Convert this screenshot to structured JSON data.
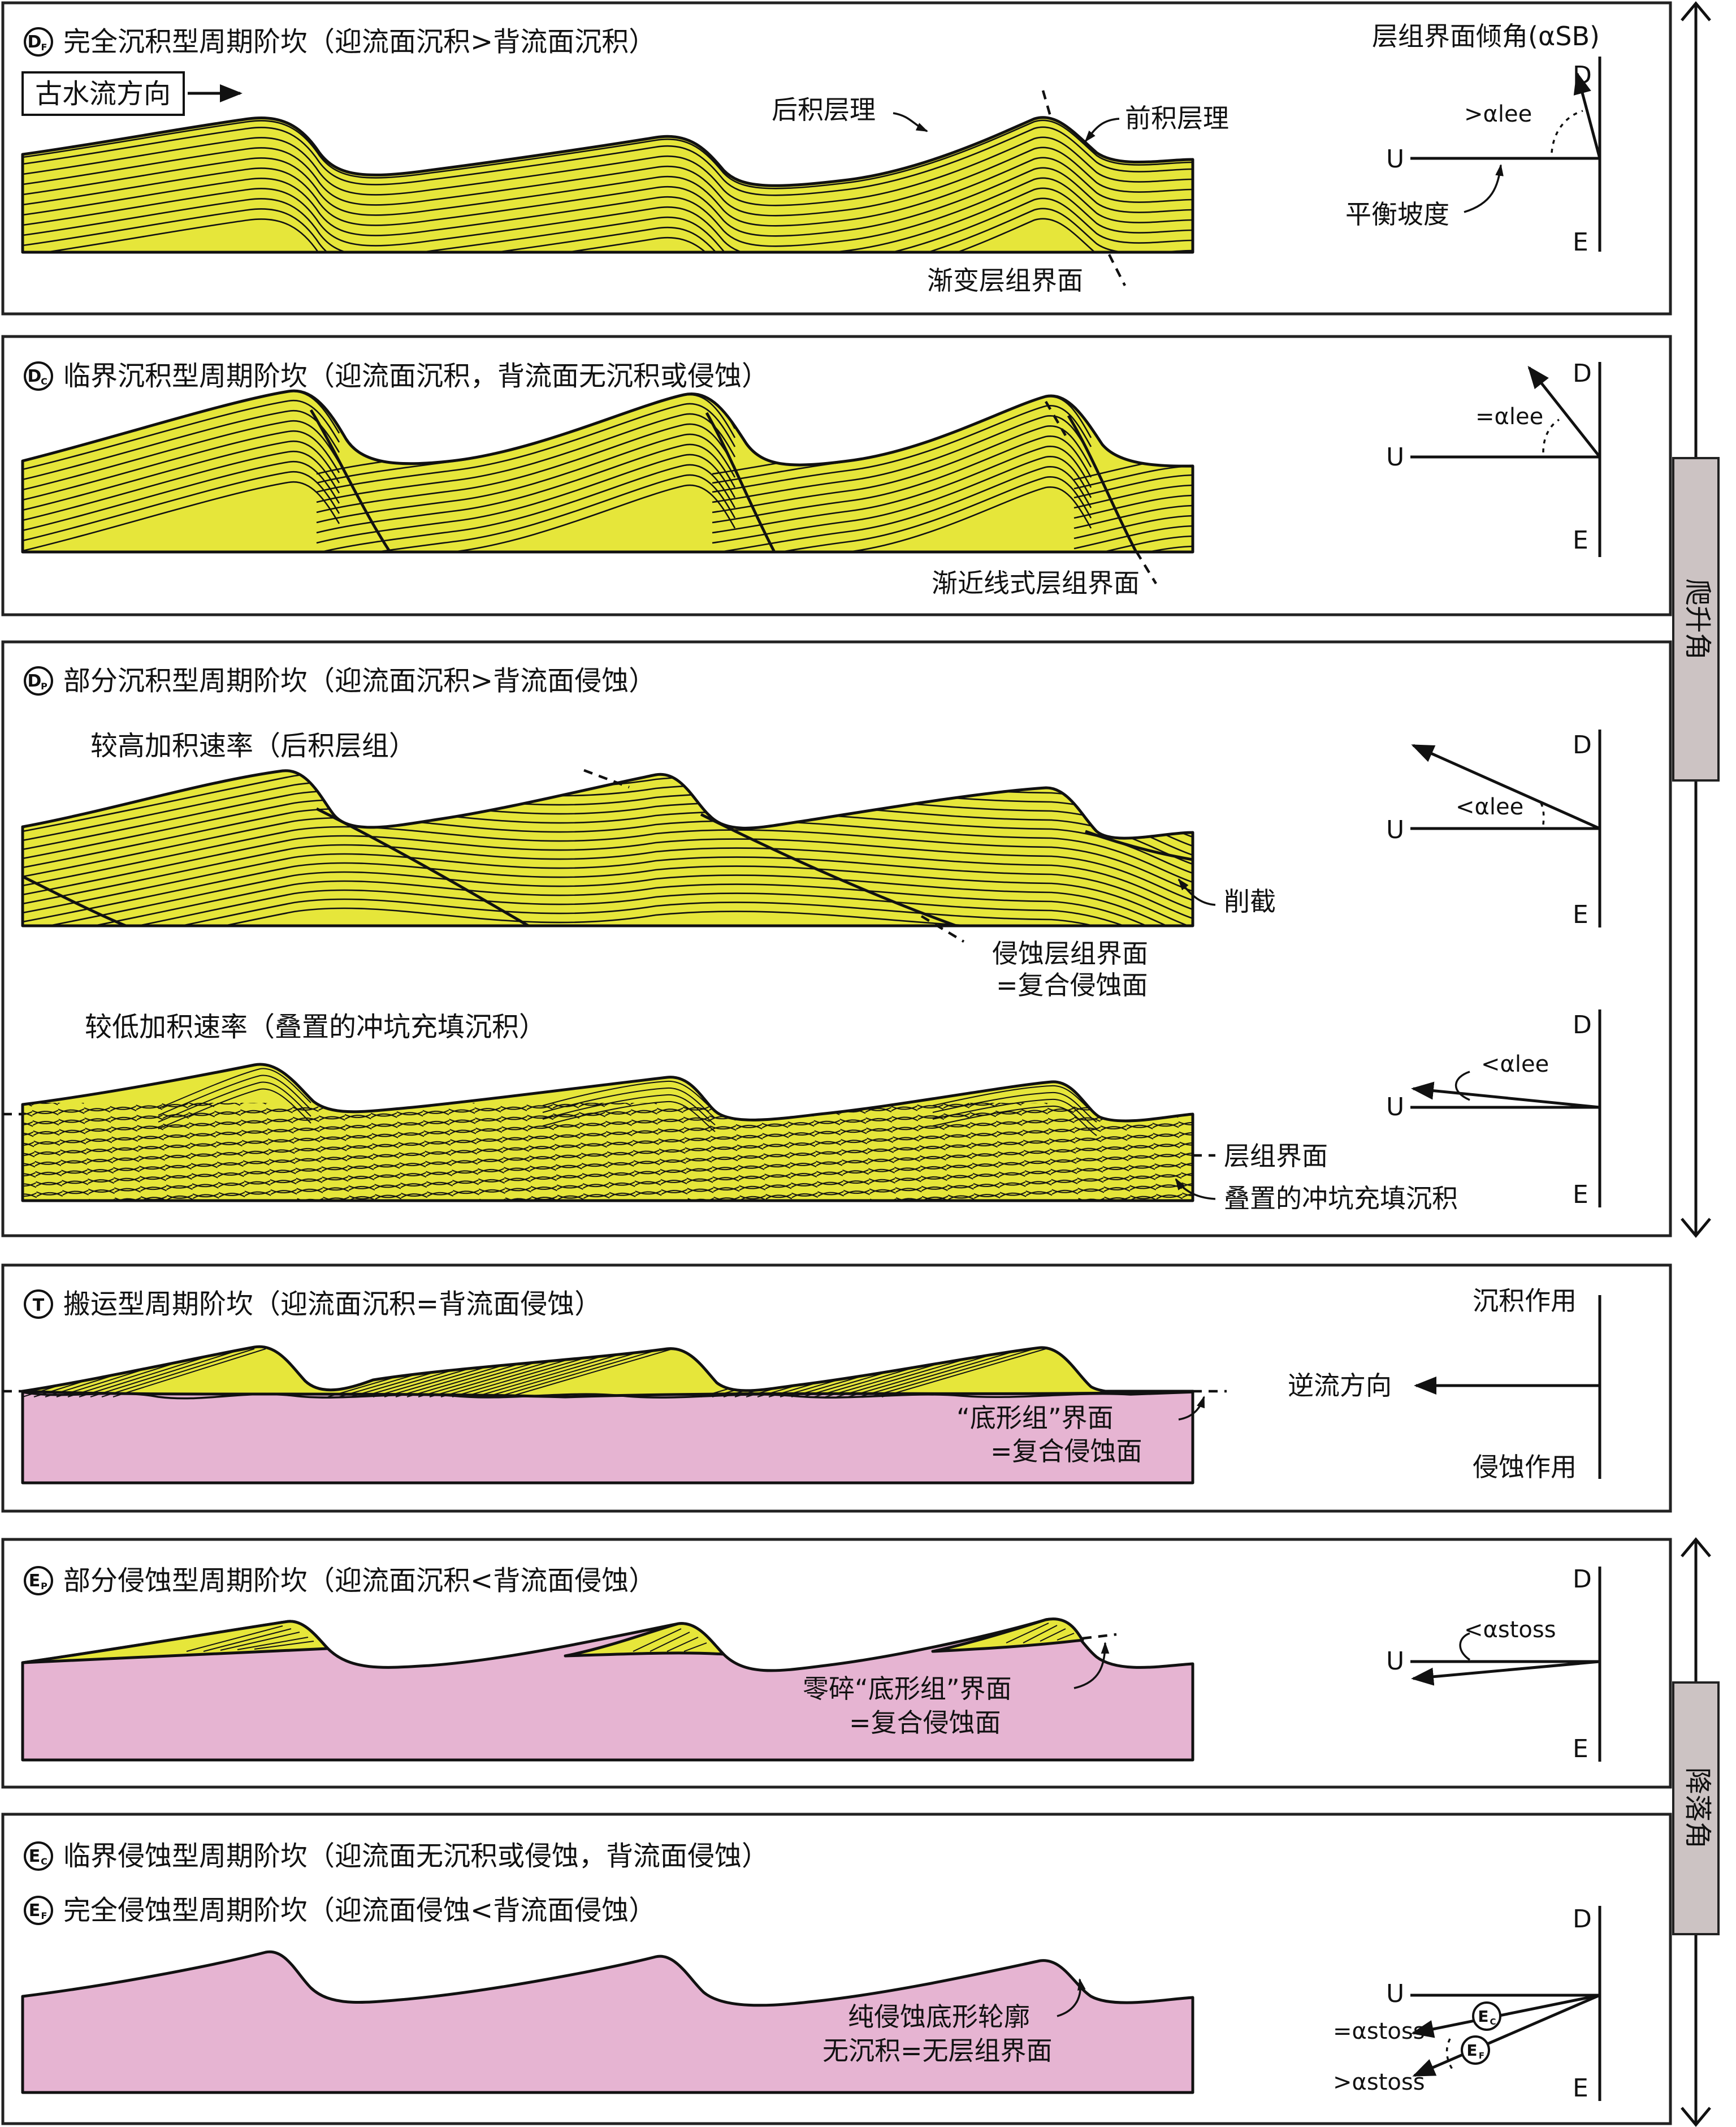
{
  "axis": {
    "climb_label": "爬升角",
    "fall_label": "降落角"
  },
  "panels": {
    "df": {
      "badge": "DF",
      "title": "完全沉积型周期阶坎（迎流面沉积>背流面沉积）",
      "flow_label": "古水流方向",
      "label_backset": "后积层理",
      "label_foreset": "前积层理",
      "label_surface": "渐变层组界面",
      "angle_title": "层组界面倾角(αSB)",
      "angle_text": ">αlee",
      "balance_label": "平衡坡度",
      "d": "D",
      "u": "U",
      "e": "E"
    },
    "dc": {
      "badge": "DC",
      "title": "临界沉积型周期阶坎（迎流面沉积，背流面无沉积或侵蚀）",
      "label_surface": "渐近线式层组界面",
      "angle_text": "=αlee",
      "d": "D",
      "u": "U",
      "e": "E"
    },
    "dp": {
      "badge": "DP",
      "title": "部分沉积型周期阶坎（迎流面沉积>背流面侵蚀）",
      "sub_high": "较高加积速率（后积层组）",
      "label_trunc": "削截",
      "label_erosion_1": "侵蚀层组界面",
      "label_erosion_2": "=复合侵蚀面",
      "angle_text_high": "<αlee",
      "sub_low": "较低加积速率（叠置的冲坑充填沉积）",
      "label_set": "层组界面",
      "label_scour": "叠置的冲坑充填沉积",
      "angle_text_low": "<αlee",
      "d": "D",
      "u": "U",
      "e": "E"
    },
    "t": {
      "badge": "T",
      "title": "搬运型周期阶坎（迎流面沉积=背流面侵蚀）",
      "label_bed_1": "“底形组”界面",
      "label_bed_2": "=复合侵蚀面",
      "deposition": "沉积作用",
      "counterflow": "逆流方向",
      "erosion": "侵蚀作用"
    },
    "ep": {
      "badge": "EP",
      "title": "部分侵蚀型周期阶坎（迎流面沉积<背流面侵蚀）",
      "label_1": "零碎“底形组”界面",
      "label_2": "=复合侵蚀面",
      "angle_text": "<αstoss",
      "d": "D",
      "u": "U",
      "e": "E"
    },
    "ec": {
      "badge": "EC",
      "title": "临界侵蚀型周期阶坎（迎流面无沉积或侵蚀，背流面侵蚀）"
    },
    "ef": {
      "badge": "EF",
      "title": "完全侵蚀型周期阶坎（迎流面侵蚀<背流面侵蚀）",
      "label_1": "纯侵蚀底形轮廓",
      "label_2": "无沉积=无层组界面",
      "angle_eq": "=αstoss",
      "angle_gt": ">αstoss",
      "d": "D",
      "u": "U",
      "e": "E"
    }
  }
}
